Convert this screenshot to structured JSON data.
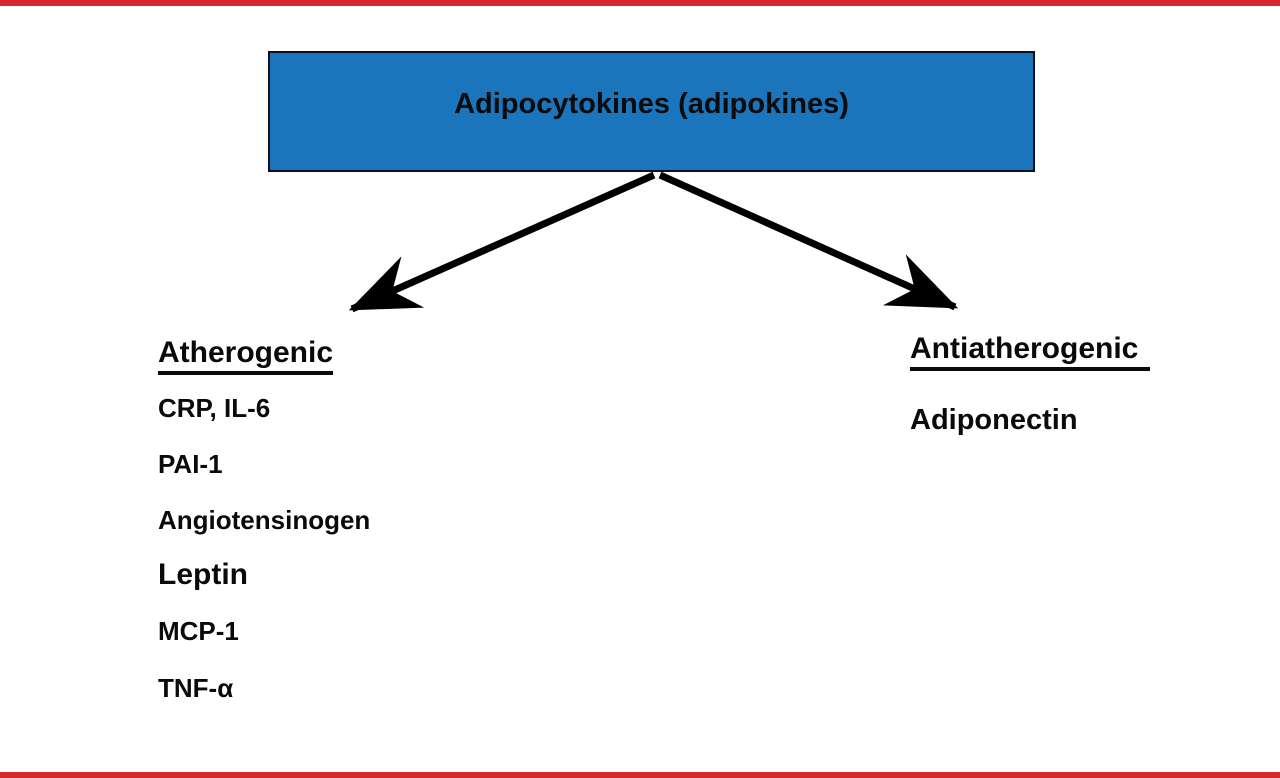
{
  "page": {
    "background": "#ffffff",
    "rule_color": "#d7282f"
  },
  "title_box": {
    "label": "Adipocytokines (adipokines)",
    "fill": "#1b75bc",
    "border_color": "#0c0f1a",
    "text_color": "#0b0b0b"
  },
  "arrows": {
    "color": "#000000"
  },
  "left_branch": {
    "heading": "Atherogenic",
    "items": [
      "CRP, IL-6",
      "PAI-1",
      "Angiotensinogen",
      "Leptin",
      "MCP-1",
      "TNF-α"
    ]
  },
  "right_branch": {
    "heading": "Antiatherogenic",
    "items": [
      "Adiponectin"
    ]
  }
}
